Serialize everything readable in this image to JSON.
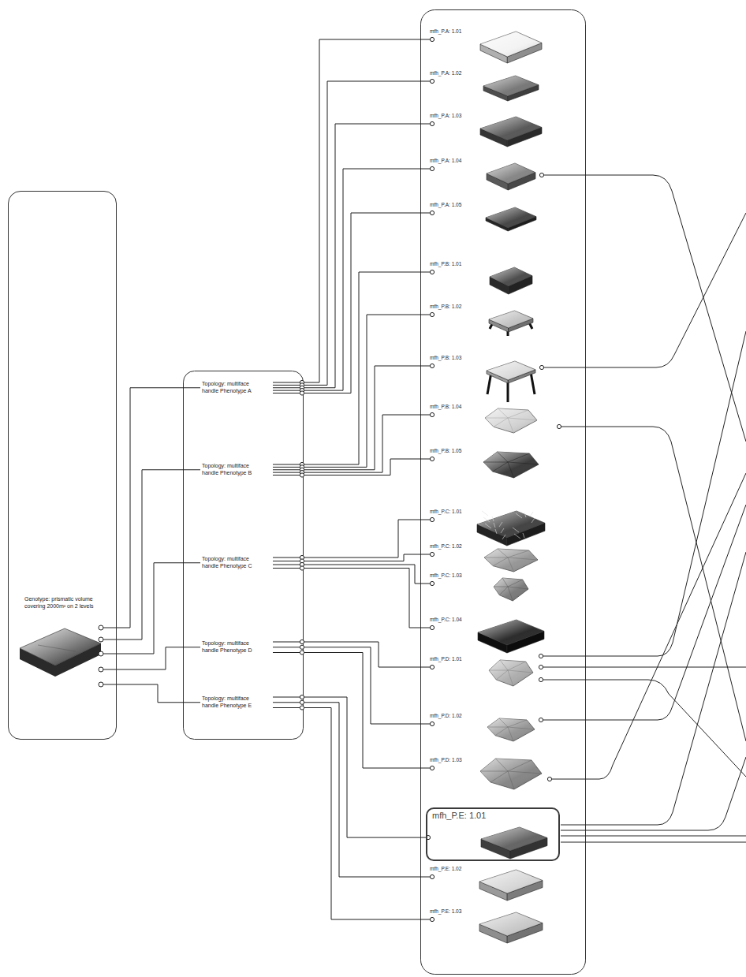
{
  "diagram": {
    "nodes": [
      {
        "text": [
          "Genotype: prismatic volume covering 2000m² on 2 levels"
        ]
      },
      {
        "text": [
          "Topology: multiface handle Phenotype A"
        ]
      },
      {
        "text": [
          "Topology: multiface handle Phenotype B"
        ]
      },
      {
        "text": [
          "Topology: multiface handle Phenotype C"
        ]
      },
      {
        "text": [
          "Topology: multiface handle Phenotype D"
        ]
      },
      {
        "text": [
          "Topology: multiface handle Phenotype E"
        ]
      },
      {
        "text": [
          "mfh_P.A: 1.01"
        ]
      },
      {
        "text": [
          "mfh_P.A: 1.02"
        ]
      },
      {
        "text": [
          "mfh_P.A: 1.03"
        ]
      },
      {
        "text": [
          "mfh_P.A: 1.04"
        ]
      },
      {
        "text": [
          "mfh_P.A: 1.05"
        ]
      },
      {
        "text": [
          "mfh_P.B: 1.01"
        ]
      },
      {
        "text": [
          "mfh_P.B: 1.02"
        ]
      },
      {
        "text": [
          "mfh_P.B: 1.03"
        ]
      },
      {
        "text": [
          "mfh_P.B: 1.04"
        ]
      },
      {
        "text": [
          "mfh_P.B: 1.05"
        ]
      },
      {
        "text": [
          "mfh_P.C: 1.01"
        ]
      },
      {
        "text": [
          "mfh_P.C: 1.02"
        ]
      },
      {
        "text": [
          "mfh_P.C: 1.03"
        ]
      },
      {
        "text": [
          "mfh_P.C: 1.04"
        ]
      },
      {
        "text": [
          "mfh_P.D: 1.01"
        ]
      },
      {
        "text": [
          "mfh_P.D: 1.02"
        ]
      },
      {
        "text": [
          "mfh_P.D: 1.03"
        ]
      },
      {
        "text": [
          "mfh_P.E: 1.01"
        ]
      },
      {
        "text": [
          "mfh_P.E: 1.02"
        ]
      },
      {
        "text": [
          "mfh_P.E: 1.03"
        ]
      }
    ],
    "edges": [
      {
        "from": 0,
        "to": 1,
        "arrow": "none"
      },
      {
        "from": 0,
        "to": 2,
        "arrow": "none"
      },
      {
        "from": 0,
        "to": 3,
        "arrow": "none"
      },
      {
        "from": 0,
        "to": 4,
        "arrow": "none"
      },
      {
        "from": 0,
        "to": 5,
        "arrow": "none"
      },
      {
        "from": 1,
        "to": 6,
        "arrow": "none"
      },
      {
        "from": 1,
        "to": 7,
        "arrow": "none"
      },
      {
        "from": 1,
        "to": 8,
        "arrow": "none"
      },
      {
        "from": 1,
        "to": 9,
        "arrow": "none"
      },
      {
        "from": 1,
        "to": 10,
        "arrow": "none"
      },
      {
        "from": 2,
        "to": 11,
        "arrow": "none"
      },
      {
        "from": 2,
        "to": 12,
        "arrow": "none"
      },
      {
        "from": 2,
        "to": 13,
        "arrow": "none"
      },
      {
        "from": 2,
        "to": 14,
        "arrow": "none"
      },
      {
        "from": 2,
        "to": 15,
        "arrow": "none"
      },
      {
        "from": 3,
        "to": 16,
        "arrow": "none"
      },
      {
        "from": 3,
        "to": 17,
        "arrow": "none"
      },
      {
        "from": 3,
        "to": 18,
        "arrow": "none"
      },
      {
        "from": 3,
        "to": 19,
        "arrow": "none"
      },
      {
        "from": 4,
        "to": 20,
        "arrow": "none"
      },
      {
        "from": 4,
        "to": 21,
        "arrow": "none"
      },
      {
        "from": 4,
        "to": 22,
        "arrow": "none"
      },
      {
        "from": 5,
        "to": 23,
        "arrow": "none"
      },
      {
        "from": 5,
        "to": 24,
        "arrow": "none"
      },
      {
        "from": 5,
        "to": 25,
        "arrow": "none"
      }
    ]
  }
}
